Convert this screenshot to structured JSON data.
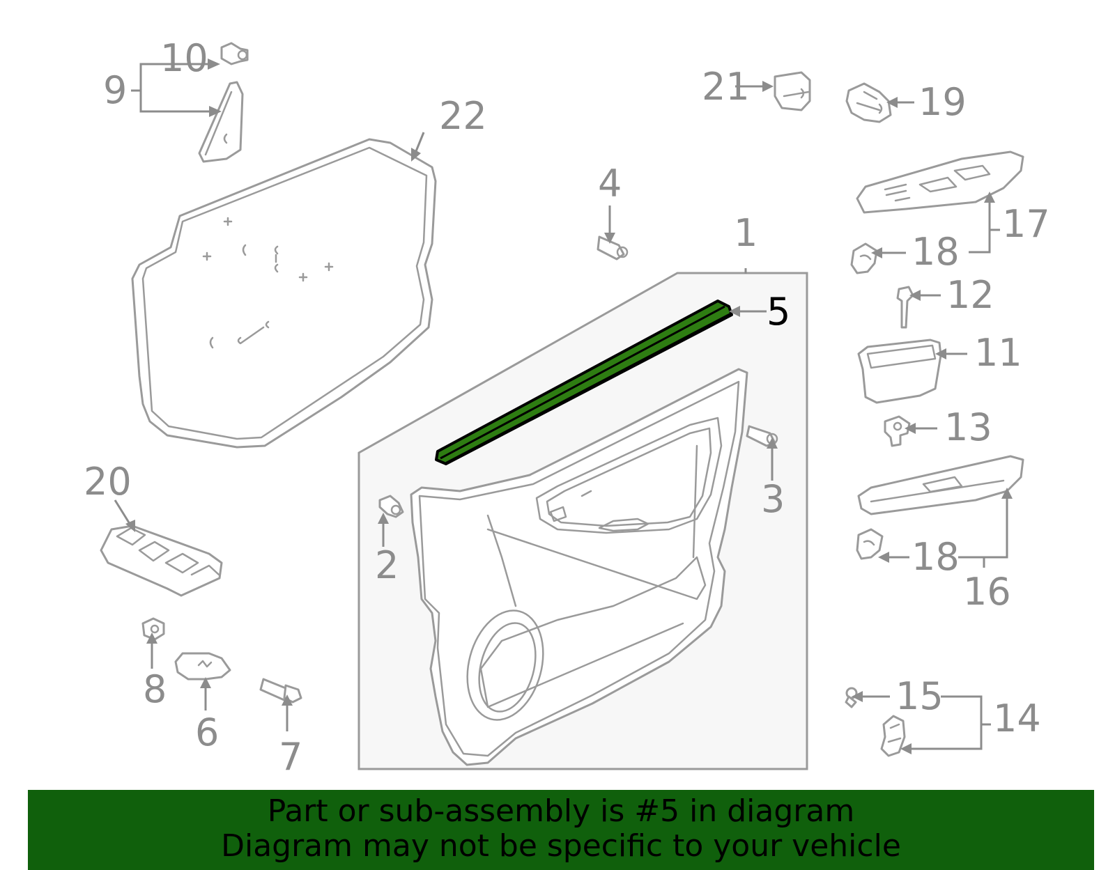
{
  "diagram": {
    "highlighted_part": "5",
    "callouts": [
      {
        "id": "c1",
        "label": "1"
      },
      {
        "id": "c2",
        "label": "2"
      },
      {
        "id": "c3",
        "label": "3"
      },
      {
        "id": "c4",
        "label": "4"
      },
      {
        "id": "c5",
        "label": "5"
      },
      {
        "id": "c6",
        "label": "6"
      },
      {
        "id": "c7",
        "label": "7"
      },
      {
        "id": "c8",
        "label": "8"
      },
      {
        "id": "c9",
        "label": "9"
      },
      {
        "id": "c10",
        "label": "10"
      },
      {
        "id": "c11",
        "label": "11"
      },
      {
        "id": "c12",
        "label": "12"
      },
      {
        "id": "c13",
        "label": "13"
      },
      {
        "id": "c14",
        "label": "14"
      },
      {
        "id": "c15",
        "label": "15"
      },
      {
        "id": "c16",
        "label": "16"
      },
      {
        "id": "c17",
        "label": "17"
      },
      {
        "id": "c18a",
        "label": "18"
      },
      {
        "id": "c18b",
        "label": "18"
      },
      {
        "id": "c19",
        "label": "19"
      },
      {
        "id": "c20",
        "label": "20"
      },
      {
        "id": "c21",
        "label": "21"
      },
      {
        "id": "c22",
        "label": "22"
      }
    ],
    "colors": {
      "highlight": "#2e7d12",
      "banner": "#10600c",
      "line": "#9a9a9a",
      "callout": "#8c8c8c"
    }
  },
  "banner": {
    "line1": "Part or sub-assembly is #5 in diagram",
    "line2": "Diagram may not be specific to your vehicle"
  }
}
